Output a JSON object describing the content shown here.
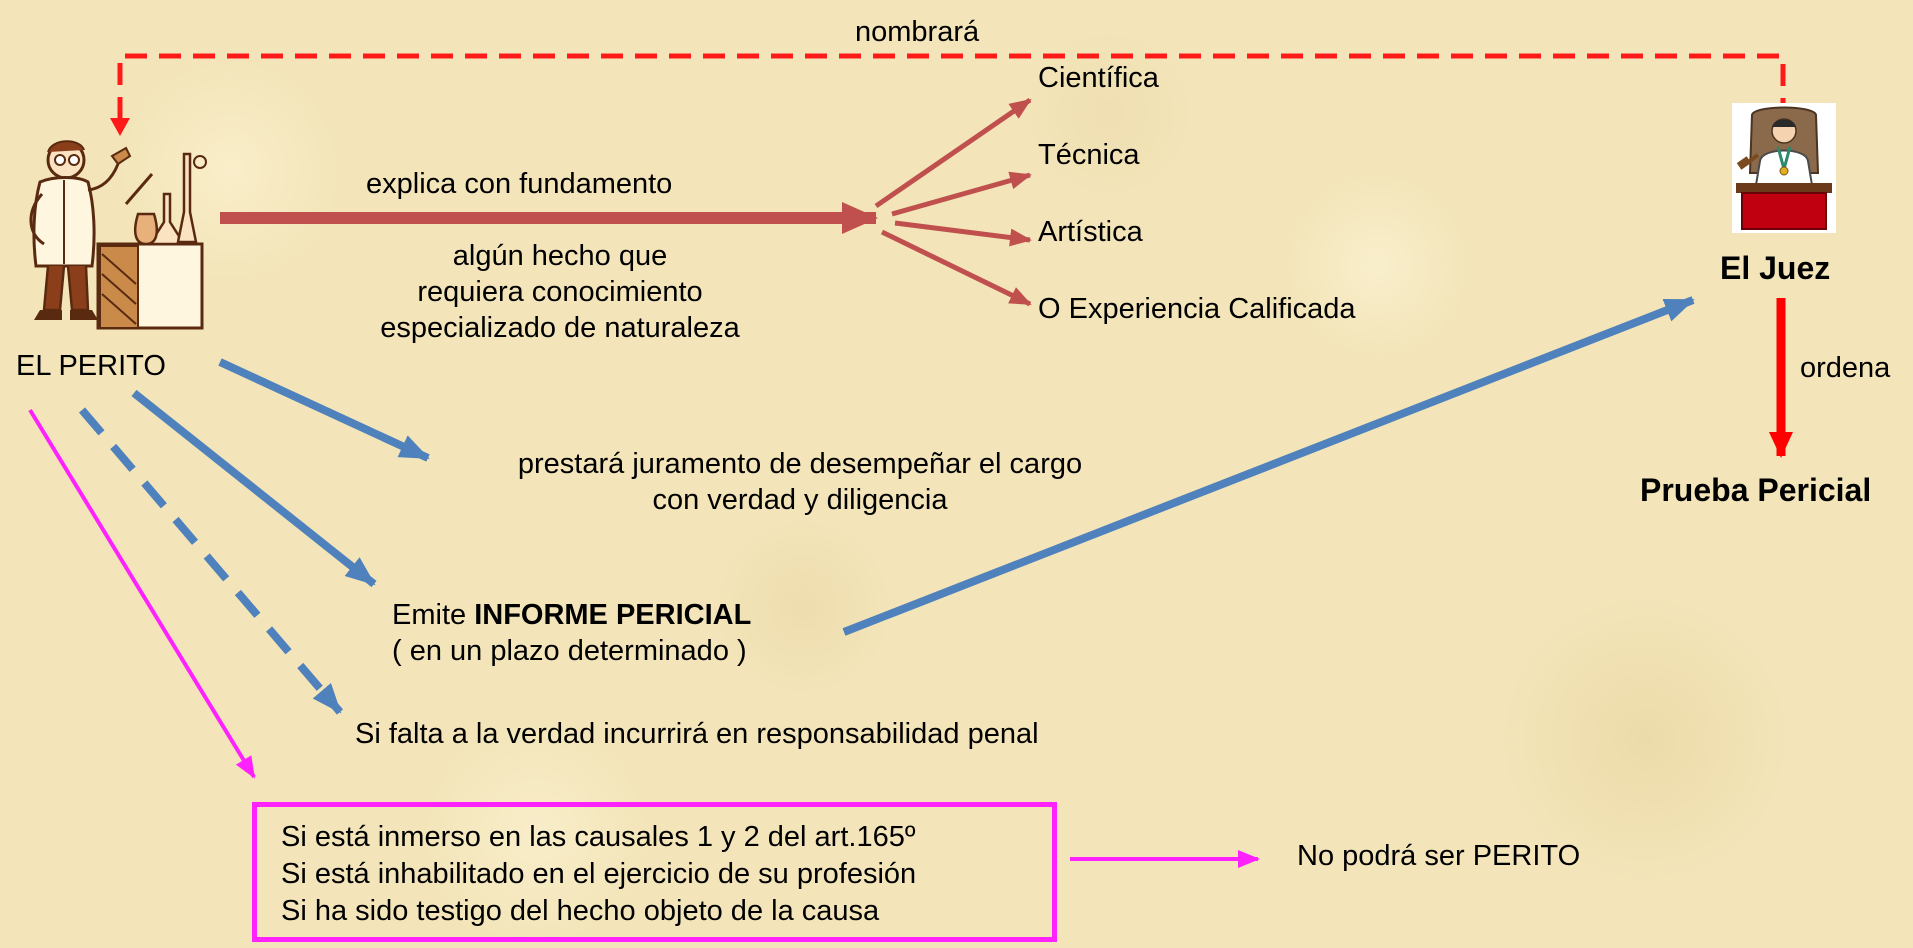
{
  "labels": {
    "nombrara": "nombrará",
    "perito": "EL PERITO",
    "explica": "explica con fundamento",
    "algun_line1": "algún hecho que",
    "algun_line2": "requiera conocimiento",
    "algun_line3": "especializado de naturaleza",
    "cientifica": "Científica",
    "tecnica": "Técnica",
    "artistica": "Artística",
    "experiencia": "O Experiencia Calificada",
    "juez": "El Juez",
    "ordena": "ordena",
    "prueba": "Prueba Pericial",
    "juramento_line1": "prestará juramento de desempeñar el cargo",
    "juramento_line2": "con verdad y diligencia",
    "emite_prefix": "Emite ",
    "emite_bold": "INFORME PERICIAL",
    "emite_line2": "( en un plazo determinado )",
    "falta": "Si falta a la verdad incurrirá en responsabilidad penal",
    "no_podra": "No podrá ser PERITO"
  },
  "conditions": [
    "Si está inmerso en las causales 1 y 2 del art.165º",
    "Si está inhabilitado en el ejercicio de su profesión",
    "Si ha sido testigo del hecho objeto de la causa"
  ],
  "icons": {
    "perito": "scientist-illustration-icon",
    "juez": "judge-at-bench-icon"
  },
  "colors": {
    "red_dashed": "#ff1a1a",
    "brown_arrow": "#c0504d",
    "blue_arrow": "#4f81bd",
    "magenta": "#ff22ff",
    "red_arrow": "#ff0000",
    "background": "#f3e5b9"
  }
}
